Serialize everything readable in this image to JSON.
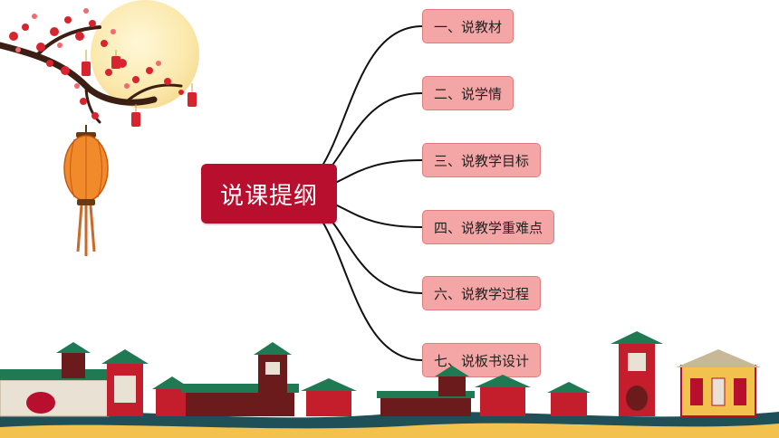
{
  "center": {
    "label": "说课提纲"
  },
  "outline": [
    {
      "label": "一、说教材"
    },
    {
      "label": "二、说学情"
    },
    {
      "label": "三、说教学目标"
    },
    {
      "label": "四、说教学重难点"
    },
    {
      "label": "六、说教学过程"
    },
    {
      "label": "七、说板书设计"
    }
  ],
  "colors": {
    "center_fill": "#b80f2e",
    "item_fill": "#f4a6a6",
    "item_border": "#e27c7c",
    "connector": "#111111",
    "water": "#1f4f57",
    "roof_green": "#1f7a53"
  },
  "decor": {
    "icons": [
      "moon-icon",
      "plum-branch-icon",
      "lantern-icon",
      "ancient-town-icon"
    ]
  }
}
